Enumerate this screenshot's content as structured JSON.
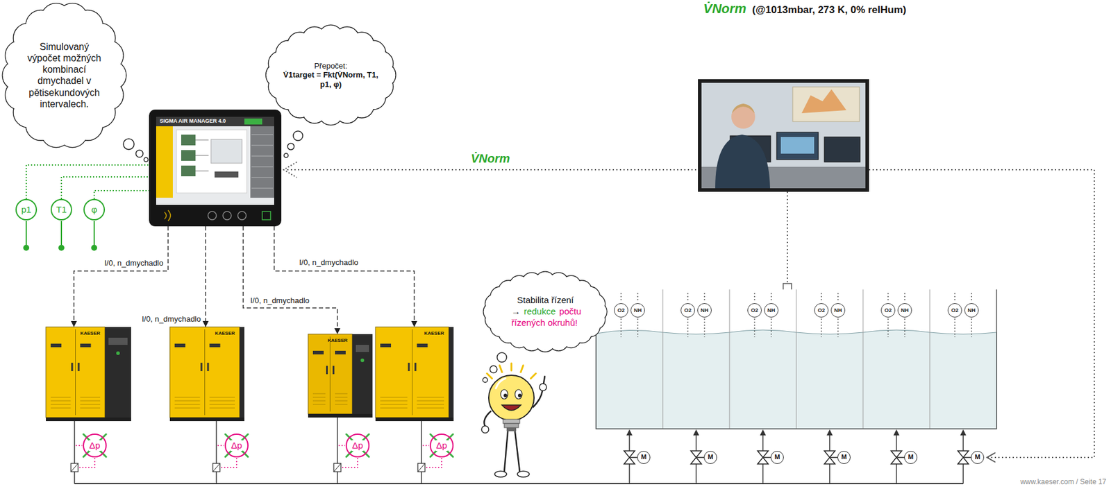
{
  "diagram": {
    "nodes": [
      {
        "text": [
          "Simulovaný výpočet možných kombinací dmychadel v pětisekundových intervalech."
        ]
      },
      {
        "text": [
          "Přepočet:",
          "V̇1target = Fkt(V̇Norm, T1, p1, φ)"
        ]
      },
      {
        "text": [
          "SIGMA AIR MANAGER 4.0"
        ]
      },
      {
        "text": [
          "p1"
        ]
      },
      {
        "text": [
          "T1"
        ]
      },
      {
        "text": [
          "φ"
        ]
      },
      {
        "text": [
          "Stabilita řízení",
          "→",
          "redukce",
          "počtu řízených okruhů!"
        ]
      },
      {
        "text": [
          "O2"
        ]
      },
      {
        "text": [
          "NH"
        ]
      },
      {
        "text": [
          "O2"
        ]
      },
      {
        "text": [
          "NH"
        ]
      },
      {
        "text": [
          "O2"
        ]
      },
      {
        "text": [
          "NH"
        ]
      },
      {
        "text": [
          "O2"
        ]
      },
      {
        "text": [
          "NH"
        ]
      },
      {
        "text": [
          "O2"
        ]
      },
      {
        "text": [
          "NH"
        ]
      },
      {
        "text": [
          "O2"
        ]
      },
      {
        "text": [
          "NH"
        ]
      },
      {
        "text": [
          "KAESER"
        ]
      },
      {
        "text": [
          "KAESER"
        ]
      },
      {
        "text": [
          "KAESER"
        ]
      },
      {
        "text": [
          "KAESER"
        ]
      },
      {
        "text": [
          "Δp"
        ]
      },
      {
        "text": [
          "Δp"
        ]
      },
      {
        "text": [
          "Δp"
        ]
      },
      {
        "text": [
          "Δp"
        ]
      },
      {
        "text": [
          "M"
        ]
      },
      {
        "text": [
          "M"
        ]
      },
      {
        "text": [
          "M"
        ]
      },
      {
        "text": [
          "M"
        ]
      },
      {
        "text": [
          "M"
        ]
      },
      {
        "text": [
          "M"
        ]
      }
    ],
    "edges": [
      {
        "from": 2,
        "to": 19,
        "arrow": "to",
        "label": "I/0, n_dmychadlo"
      },
      {
        "from": 2,
        "to": 20,
        "arrow": "to",
        "label": "I/0, n_dmychadlo"
      },
      {
        "from": 2,
        "to": 21,
        "arrow": "to",
        "label": "I/0, n_dmychadlo"
      },
      {
        "from": 2,
        "to": 22,
        "arrow": "to",
        "label": "I/0, n_dmychadlo"
      },
      {
        "from": 3,
        "to": 2,
        "arrow": "none"
      },
      {
        "from": 4,
        "to": 2,
        "arrow": "none"
      },
      {
        "from": 5,
        "to": 2,
        "arrow": "none"
      }
    ],
    "labels": [
      "V̇Norm",
      "(@1013mbar, 273 K, 0% relHum)",
      "V̇Norm",
      "www.kaeser.com / Seite 17"
    ]
  }
}
